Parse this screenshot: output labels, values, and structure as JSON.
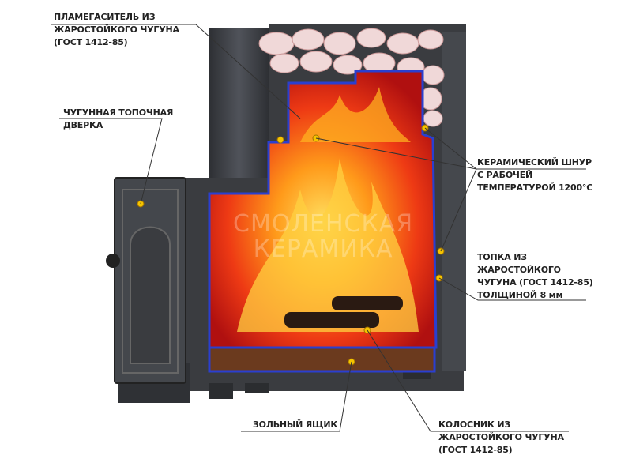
{
  "labels": {
    "flame_damper": [
      "ПЛАМЕГАСИТЕЛЬ ИЗ",
      "ЖАРОСТОЙКОГО ЧУГУНА",
      "(ГОСТ 1412-85)"
    ],
    "door": [
      "ЧУГУННАЯ ТОПОЧНАЯ",
      "ДВЕРКА"
    ],
    "ceramic_cord": [
      "КЕРАМИЧЕСКИЙ ШНУР",
      "С РАБОЧЕЙ",
      "ТЕМПЕРАТУРОЙ 1200°C"
    ],
    "firebox": [
      "ТОПКА ИЗ",
      "ЖАРОСТОЙКОГО",
      "ЧУГУНА (ГОСТ 1412-85)",
      "ТОЛЩИНОЙ 8 мм"
    ],
    "ash_box": [
      "ЗОЛЬНЫЙ ЯЩИК"
    ],
    "grate": [
      "КОЛОСНИК ИЗ",
      "ЖАРОСТОЙКОГО ЧУГУНА",
      "(ГОСТ 1412-85)"
    ]
  },
  "watermark": [
    "СМОЛЕНСКАЯ",
    "КЕРАМИКА"
  ],
  "colors": {
    "body": "#3a3c40",
    "seal": "#2a3fd0",
    "fire": "#e8321a",
    "cord_dot": "#f5c400"
  }
}
